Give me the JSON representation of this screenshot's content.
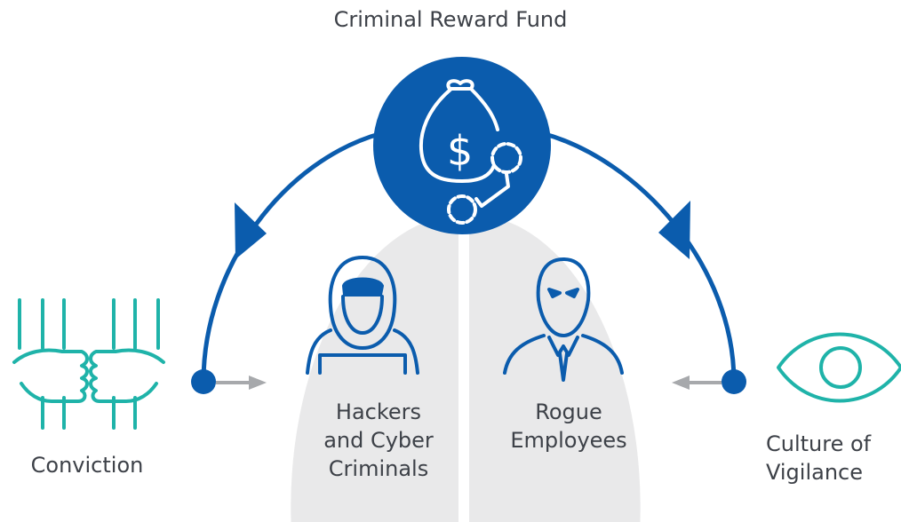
{
  "diagram": {
    "title": "Criminal Reward Fund",
    "nodes": {
      "conviction": "Conviction",
      "hackers": "Hackers\nand Cyber\nCriminals",
      "rogue": "Rogue\nEmployees",
      "culture": "Culture of\nVigilance"
    },
    "colors": {
      "primary_blue": "#0b5cad",
      "teal": "#1fb3a9",
      "light_gray": "#e9e9ea",
      "arrow_gray": "#a7a9ac",
      "text": "#3d4148"
    },
    "icons": [
      "money-bag-handcuffs-icon",
      "hacker-icon",
      "rogue-employee-icon",
      "fist-bump-bars-icon",
      "eye-icon"
    ]
  }
}
